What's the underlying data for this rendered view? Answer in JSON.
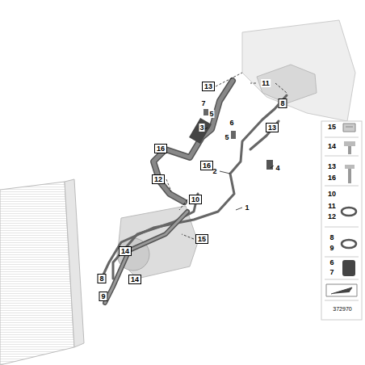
{
  "diagram": {
    "labels": [
      "13",
      "11",
      "7",
      "5",
      "8",
      "6",
      "3",
      "5",
      "13",
      "4",
      "16",
      "2",
      "16",
      "12",
      "10",
      "1",
      "15",
      "14",
      "8",
      "14",
      "9",
      "15",
      "14",
      "13",
      "16",
      "10",
      "11",
      "12",
      "8",
      "9",
      "6",
      "7",
      "372970"
    ]
  }
}
